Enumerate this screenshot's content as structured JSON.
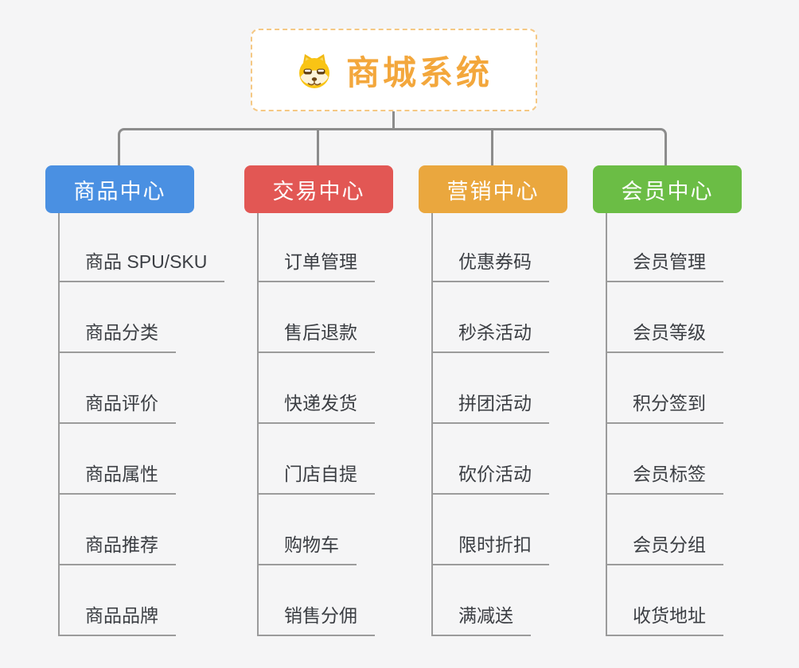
{
  "root": {
    "title": "商城系统",
    "icon": "shiba-dog-icon"
  },
  "branches": [
    {
      "label": "商品中心",
      "color": "#4a90e2",
      "items": [
        "商品 SPU/SKU",
        "商品分类",
        "商品评价",
        "商品属性",
        "商品推荐",
        "商品品牌"
      ]
    },
    {
      "label": "交易中心",
      "color": "#e25754",
      "items": [
        "订单管理",
        "售后退款",
        "快递发货",
        "门店自提",
        "购物车",
        "销售分佣"
      ]
    },
    {
      "label": "营销中心",
      "color": "#eaa73e",
      "items": [
        "优惠券码",
        "秒杀活动",
        "拼团活动",
        "砍价活动",
        "限时折扣",
        "满减送"
      ]
    },
    {
      "label": "会员中心",
      "color": "#6bbd45",
      "items": [
        "会员管理",
        "会员等级",
        "积分签到",
        "会员标签",
        "会员分组",
        "收货地址"
      ]
    }
  ],
  "colors": {
    "background": "#f5f5f6",
    "connector": "#8c8c8c",
    "leaf_line": "#9b9b9b",
    "leaf_text": "#3b3e43",
    "root_text": "#f3a73c",
    "root_border": "#f5c884",
    "branch_text": "#ffffff"
  }
}
